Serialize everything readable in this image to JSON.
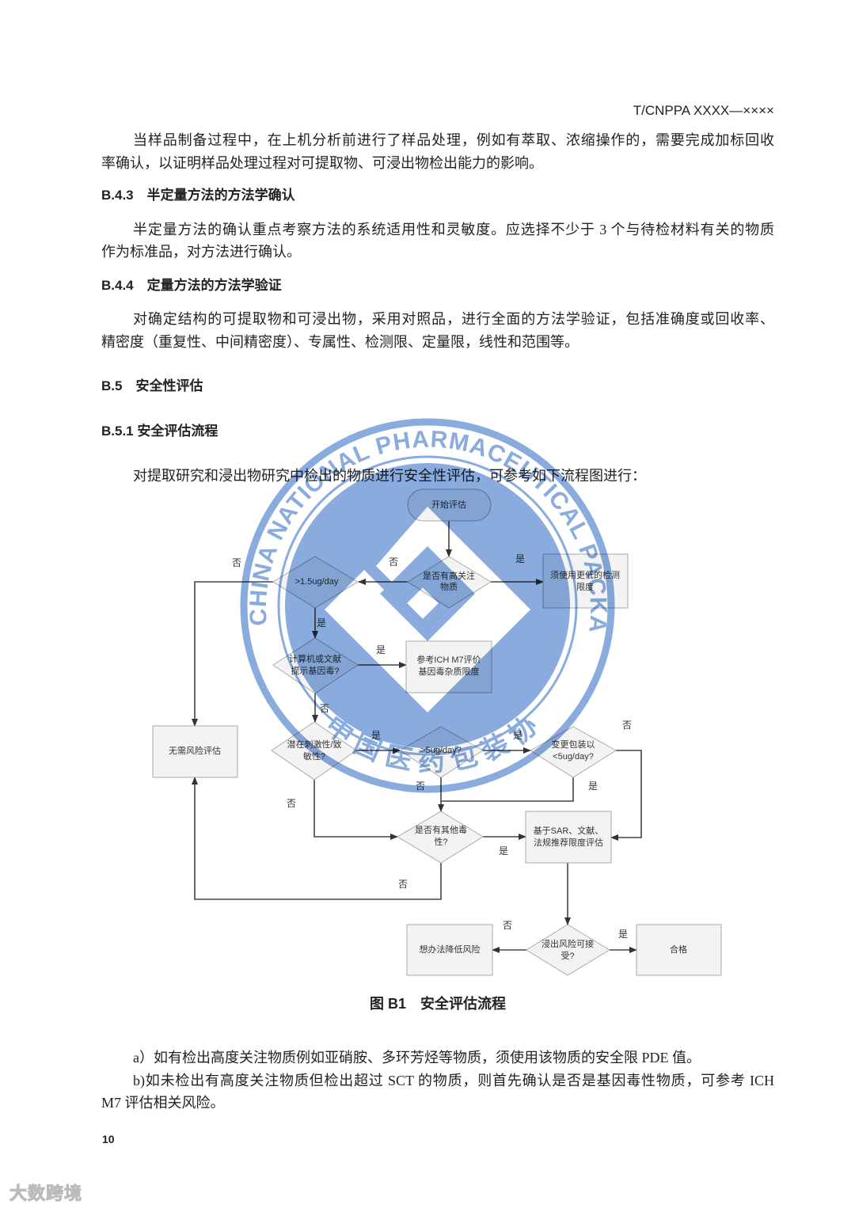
{
  "header": {
    "doc_code": "T/CNPPA XXXX—××××"
  },
  "paragraph1": {
    "lines": [
      "当样品制备过程中，在上机分析前进行了样品处理，例如有萃取、浓缩操作的，需要完成加标回收",
      "率确认，以证明样品处理过程对可提取物、可浸出物检出能力的影响。"
    ]
  },
  "section_b43": {
    "title": "B.4.3　半定量方法的方法学确认",
    "lines": [
      "半定量方法的确认重点考察方法的系统适用性和灵敏度。应选择不少于 3 个与待检材料有关的物质",
      "作为标准品，对方法进行确认。"
    ]
  },
  "section_b44": {
    "title": "B.4.4　定量方法的方法学验证",
    "lines": [
      "对确定结构的可提取物和可浸出物，采用对照品，进行全面的方法学验证，包括准确度或回收率、",
      "精密度（重复性、中间精密度）、专属性、检测限、定量限，线性和范围等。"
    ]
  },
  "section_b5": {
    "title": "B.5　安全性评估"
  },
  "section_b51": {
    "title": "B.5.1 安全评估流程",
    "lines": [
      "对提取研究和浸出物研究中检出的物质进行安全性评估，可参考如下流程图进行："
    ]
  },
  "flowchart": {
    "start": "开始评估",
    "d_high_concern": [
      "是否有高关注",
      "物质"
    ],
    "box_lower_limit": [
      "须使用更低的检测",
      "限度"
    ],
    "d_15ug": ">1.5ug/day",
    "d_genotox": [
      "计算机或文献",
      "提示基因毒?"
    ],
    "box_ich_m7": [
      "参考ICH M7评价",
      "基因毒杂质限度"
    ],
    "box_no_risk": "无需风险评估",
    "d_irritant": [
      "潜在刺激性/致",
      "敏性?"
    ],
    "d_5ug": ">5ug/day?",
    "d_change_pkg": [
      "变更包装以",
      "<5ug/day?"
    ],
    "d_other_tox": [
      "是否有其他毒",
      "性?"
    ],
    "box_sar": [
      "基于SAR、文献、",
      "法规推荐限度评估"
    ],
    "d_acceptable": [
      "浸出风险可接",
      "受?"
    ],
    "box_reduce": "想办法降低风险",
    "box_pass": "合格",
    "yes": "是",
    "no": "否"
  },
  "figure_caption": "图 B1　安全评估流程",
  "notes": {
    "lines": [
      "a）如有检出高度关注物质例如亚硝胺、多环芳烃等物质，须使用该物质的安全限 PDE 值。",
      "b)如未检出有高度关注物质但检出超过 SCT 的物质，则首先确认是否是基因毒性物质，可参考 ICH",
      "M7 评估相关风险。"
    ]
  },
  "page_number": "10",
  "watermark": {
    "seal_text_en": "CHINA NATIONAL PHARMACEUTICAL PACKAGING ASSOCIATION",
    "seal_text_cn": "中国医药包装协会",
    "seal_color": "#5b8bd0",
    "corner_logo": "大数跨境"
  }
}
